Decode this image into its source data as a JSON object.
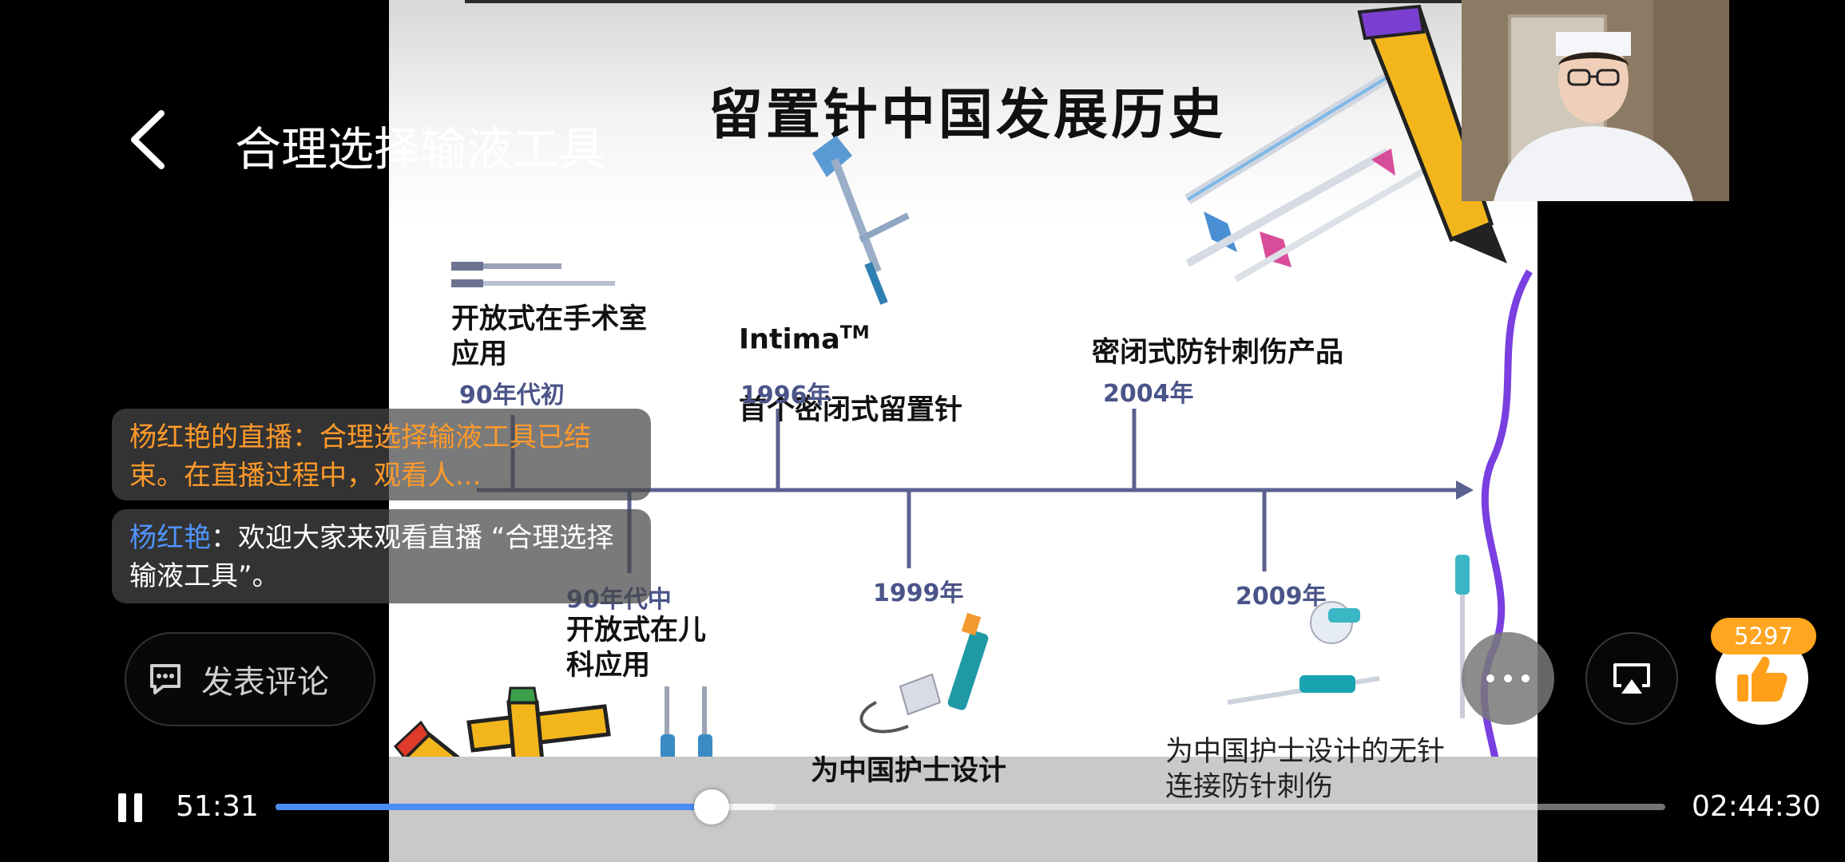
{
  "header": {
    "title": "合理选择输液工具"
  },
  "slide": {
    "title": "留置针中国发展历史",
    "milestones": [
      {
        "text": "开放式在手术室\n应用",
        "year": "90年代初"
      },
      {
        "brand": "Intima",
        "tm": "TM",
        "text": "首个密闭式留置针",
        "year": "1996年"
      },
      {
        "text": "密闭式防针刺伤产品",
        "year": "2004年"
      },
      {
        "text": "开放式在儿\n科应用",
        "year": "90年代中"
      },
      {
        "text": "为中国护士设计",
        "year": "1999年"
      },
      {
        "text": "为中国护士设计的无针\n连接防针刺伤",
        "year": "2009年"
      }
    ]
  },
  "comments": [
    {
      "text": "杨红艳的直播：合理选择输液工具已结束。在直播过程中，观看人..."
    },
    {
      "author": "杨红艳",
      "text": "：欢迎大家来观看直播 “合理选择输液工具”。"
    }
  ],
  "comment_input": {
    "placeholder": "发表评论"
  },
  "actions": {
    "like_count": "5297"
  },
  "player": {
    "current_time": "51:31",
    "total_time": "02:44:30",
    "progress": 0.3137,
    "buffered": 0.36,
    "accent_color": "#4b8cf5"
  }
}
